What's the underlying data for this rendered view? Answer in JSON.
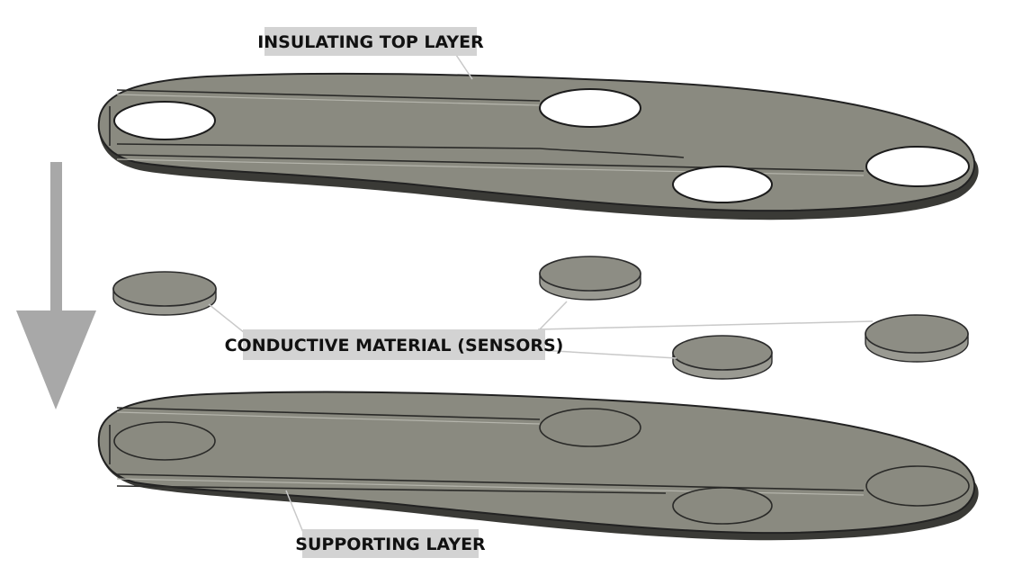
{
  "labels": {
    "top_layer": "INSULATING TOP LAYER",
    "sensors": "CONDUCTIVE MATERIAL (SENSORS)",
    "bottom_layer": "SUPPORTING LAYER"
  },
  "colors": {
    "material_gray": "#8a8a80",
    "outline": "#222222",
    "label_background": "#d3d3d3",
    "arrow_gray": "#a8a8a8",
    "leader_line": "#c9c9c9"
  },
  "icons": {
    "arrow": "down-arrow-icon"
  }
}
